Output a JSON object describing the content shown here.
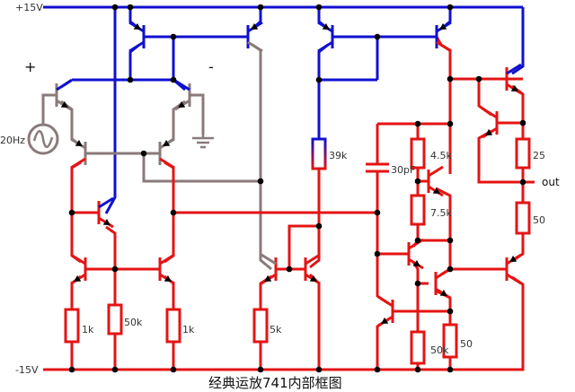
{
  "title": "经典运放741内部框图",
  "rails": {
    "positive": "+15V",
    "negative": "-15V"
  },
  "inputs": {
    "non_inverting": "+",
    "inverting": "-",
    "source_frequency": "20Hz"
  },
  "output_label": "out",
  "components": {
    "resistors": [
      {
        "id": "R1",
        "value": "1k"
      },
      {
        "id": "R2",
        "value": "50k"
      },
      {
        "id": "R3",
        "value": "1k"
      },
      {
        "id": "R4",
        "value": "5k"
      },
      {
        "id": "R5",
        "value": "39k"
      },
      {
        "id": "R6",
        "value": "4.5k"
      },
      {
        "id": "R7",
        "value": "7.5k"
      },
      {
        "id": "R8",
        "value": "50k"
      },
      {
        "id": "R9",
        "value": "50"
      },
      {
        "id": "R10",
        "value": "25"
      },
      {
        "id": "R11",
        "value": "50"
      }
    ],
    "capacitors": [
      {
        "id": "C1",
        "value": "30pF"
      }
    ]
  },
  "colors": {
    "blue_net": "#1010d0",
    "red_net": "#e41414",
    "gray_net": "#8a7a7a",
    "node": "#000000"
  }
}
